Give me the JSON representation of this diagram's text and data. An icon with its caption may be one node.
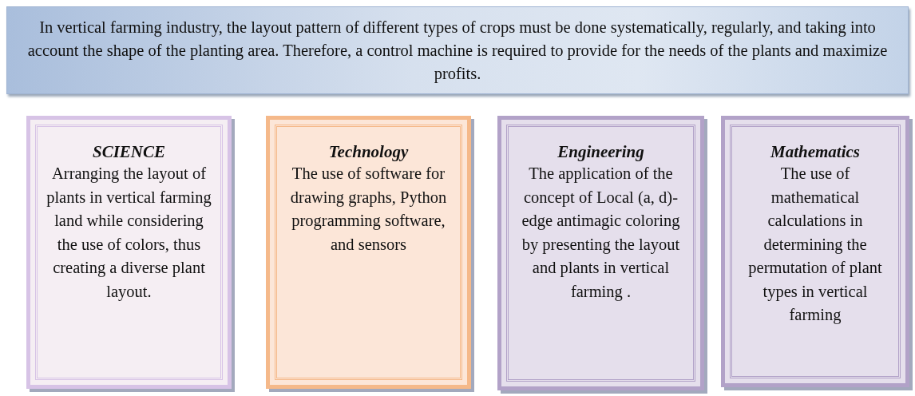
{
  "diagram": {
    "nodes": [
      {
        "text": [
          "In vertical farming industry, the layout pattern of different types of crops must be done systematically, regularly, and taking into account the shape of the planting area. Therefore, a control machine is required to provide for the needs of the plants and maximize profits."
        ]
      },
      {
        "text": [
          "SCIENCE",
          "Arranging the layout of plants in vertical farming land while considering the use of colors, thus creating a diverse plant layout."
        ]
      },
      {
        "text": [
          "Technology",
          "The use of software for drawing graphs, Python programming software, and sensors"
        ]
      },
      {
        "text": [
          "Engineering",
          "The application of the concept of Local (a, d)-edge antimagic coloring by presenting the layout and plants in vertical farming ."
        ]
      },
      {
        "text": [
          "Mathematics",
          "The use of mathematical calculations in determining the permutation of plant types in vertical farming"
        ]
      }
    ]
  }
}
